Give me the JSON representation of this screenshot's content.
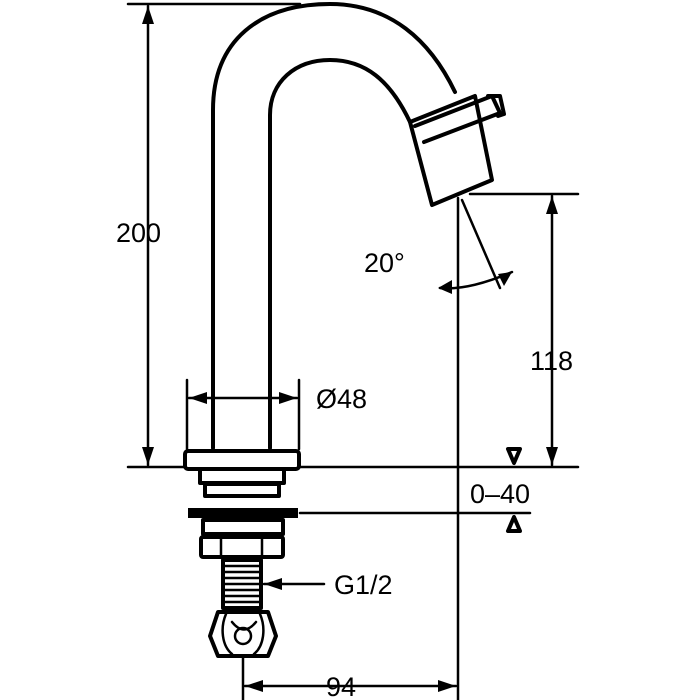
{
  "dimensions": {
    "height_total": "200",
    "spout_diameter": "Ø48",
    "angle": "20°",
    "outlet_height": "118",
    "mount_range": "0–40",
    "thread": "G1/2",
    "reach": "94"
  }
}
